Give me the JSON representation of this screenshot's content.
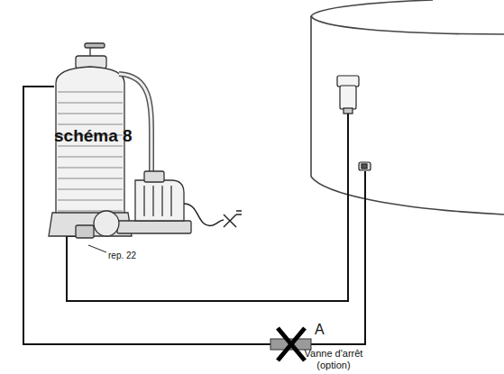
{
  "diagram": {
    "title": "schéma 8",
    "labels": [
      "rep. 22",
      "A",
      "Vanne d'arrêt (option)"
    ]
  }
}
